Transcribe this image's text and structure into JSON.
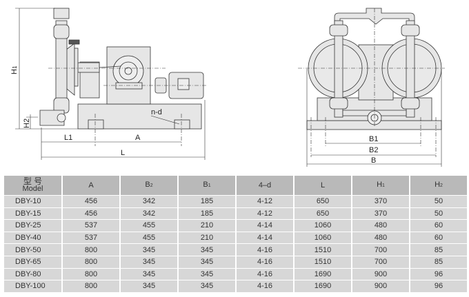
{
  "drawing": {
    "side_labels": {
      "H1": "H1",
      "H2": "H2",
      "L1": "L1",
      "A": "A",
      "L": "L",
      "nd": "n-d"
    },
    "front_labels": {
      "B1": "B1",
      "B2": "B2",
      "B": "B"
    }
  },
  "table": {
    "headers": [
      {
        "main": "型 号",
        "sub": "Model"
      },
      {
        "main": "A",
        "sub": ""
      },
      {
        "main": "B",
        "sub": "2"
      },
      {
        "main": "B",
        "sub": "1"
      },
      {
        "main": "4–d",
        "sub": ""
      },
      {
        "main": "L",
        "sub": ""
      },
      {
        "main": "H",
        "sub": "1"
      },
      {
        "main": "H",
        "sub": "2"
      }
    ],
    "rows": [
      [
        "DBY-10",
        "456",
        "342",
        "185",
        "4-12",
        "650",
        "370",
        "50"
      ],
      [
        "DBY-15",
        "456",
        "342",
        "185",
        "4-12",
        "650",
        "370",
        "50"
      ],
      [
        "DBY-25",
        "537",
        "455",
        "210",
        "4-14",
        "1060",
        "480",
        "60"
      ],
      [
        "DBY-40",
        "537",
        "455",
        "210",
        "4-14",
        "1060",
        "480",
        "60"
      ],
      [
        "DBY-50",
        "800",
        "345",
        "345",
        "4-16",
        "1510",
        "700",
        "85"
      ],
      [
        "DBY-65",
        "800",
        "345",
        "345",
        "4-16",
        "1510",
        "700",
        "85"
      ],
      [
        "DBY-80",
        "800",
        "345",
        "345",
        "4-16",
        "1690",
        "900",
        "96"
      ],
      [
        "DBY-100",
        "800",
        "345",
        "345",
        "4-16",
        "1690",
        "900",
        "96"
      ]
    ]
  },
  "colors": {
    "header_bg": "#b9b9b9",
    "row_bg": "#d7d7d7",
    "part_fill": "#e6e6e6",
    "line": "#333333"
  }
}
